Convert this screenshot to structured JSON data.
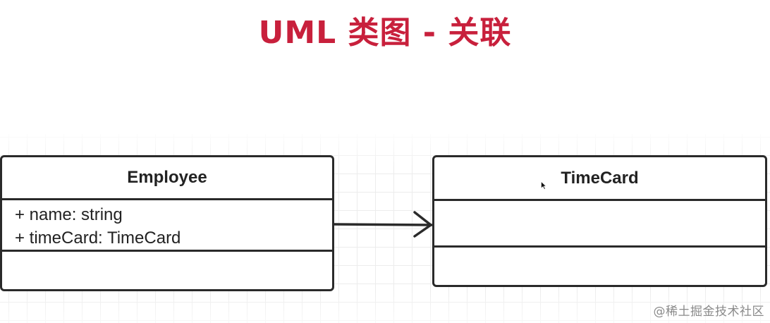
{
  "title": "UML 类图 - 关联",
  "classes": [
    {
      "name": "Employee",
      "attributes": [
        "+ name: string",
        "+ timeCard: TimeCard"
      ],
      "methods": []
    },
    {
      "name": "TimeCard",
      "attributes": [],
      "methods": []
    }
  ],
  "associations": [
    {
      "from": "Employee",
      "to": "TimeCard",
      "type": "directed-association",
      "arrowhead": "open-arrow"
    }
  ],
  "colors": {
    "title": "#c8203c",
    "border": "#2a2a2a",
    "grid": "#ececec",
    "text": "#222222",
    "watermark": "#8a8a8a"
  },
  "watermark": "@稀土掘金技术社区"
}
